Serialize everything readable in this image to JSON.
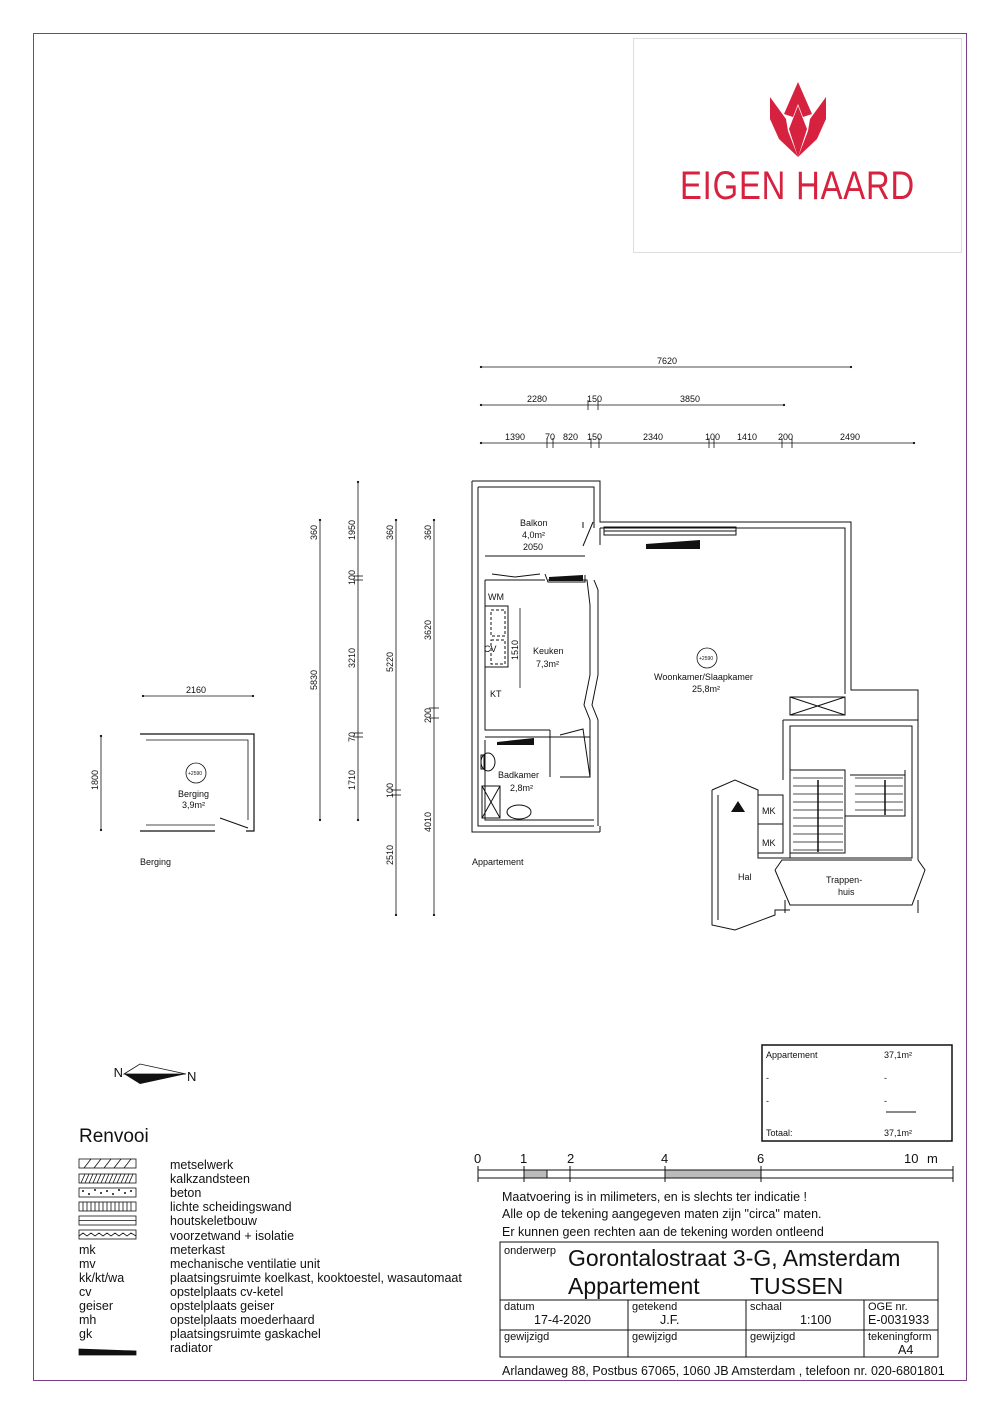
{
  "brand": {
    "name": "EIGEN HAARD",
    "color": "#d6213f"
  },
  "plan": {
    "dimensions_top": [
      "7620",
      "2280",
      "150",
      "3850",
      "1390",
      "70",
      "820",
      "150",
      "2340",
      "100",
      "1410",
      "200",
      "2490"
    ],
    "dimensions_left": [
      "5830",
      "360",
      "1950",
      "100",
      "3210",
      "70",
      "1710",
      "360",
      "5220",
      "100",
      "2510",
      "360",
      "3620",
      "200",
      "4010"
    ],
    "berging_dims": [
      "2160",
      "1800"
    ],
    "inner_dims": [
      "1510",
      "2050"
    ],
    "rooms": [
      {
        "name": "Balkon",
        "area": "4,0m²"
      },
      {
        "name": "Keuken",
        "area": "7,3m²"
      },
      {
        "name": "Woonkamer/Slaapkamer",
        "area": "25,8m²"
      },
      {
        "name": "Badkamer",
        "area": "2,8m²"
      },
      {
        "name": "Berging",
        "area": "3,9m²"
      }
    ],
    "labels": {
      "wm": "WM",
      "cv": "CV",
      "kt": "KT",
      "mk1": "MK",
      "mk2": "MK",
      "hal": "Hal",
      "trappenhuis_1": "Trappen-",
      "trappenhuis_2": "huis",
      "section_berging": "Berging",
      "section_appartement": "Appartement",
      "level_1": "+2590",
      "level_2": "+2590"
    }
  },
  "area_table": {
    "rows": [
      {
        "label": "Appartement",
        "value": "37,1m²"
      },
      {
        "label": "-",
        "value": "-"
      },
      {
        "label": "-",
        "value": "-"
      }
    ],
    "total_label": "Totaal:",
    "total_value": "37,1m²"
  },
  "compass": {
    "north": "N",
    "north_mirrored": "N"
  },
  "renvooi": {
    "title": "Renvooi",
    "items": [
      {
        "code": "",
        "desc": "metselwerk"
      },
      {
        "code": "",
        "desc": "kalkzandsteen"
      },
      {
        "code": "",
        "desc": "beton"
      },
      {
        "code": "",
        "desc": "lichte scheidingswand"
      },
      {
        "code": "",
        "desc": "houtskeletbouw"
      },
      {
        "code": "",
        "desc": "voorzetwand + isolatie"
      },
      {
        "code": "mk",
        "desc": "meterkast"
      },
      {
        "code": "mv",
        "desc": "mechanische ventilatie unit"
      },
      {
        "code": "kk/kt/wa",
        "desc": "plaatsingsruimte koelkast, kooktoestel, wasautomaat"
      },
      {
        "code": "cv",
        "desc": "opstelplaats cv-ketel"
      },
      {
        "code": "geiser",
        "desc": "opstelplaats geiser"
      },
      {
        "code": "mh",
        "desc": "opstelplaats moederhaard"
      },
      {
        "code": "gk",
        "desc": "plaatsingsruimte gaskachel"
      },
      {
        "code": "",
        "desc": "radiator"
      }
    ]
  },
  "scale_bar": {
    "ticks": [
      "0",
      "1",
      "2",
      "4",
      "6",
      "10"
    ],
    "unit": "m"
  },
  "notes": [
    "Maatvoering is in milimeters, en is slechts ter indicatie !",
    "Alle op de tekening aangegeven maten zijn \"circa\" maten.",
    "Er kunnen geen rechten aan de tekening worden ontleend"
  ],
  "title_block": {
    "onderwerp_label": "onderwerp",
    "address": "Gorontalostraat 3-G, Amsterdam",
    "type": "Appartement",
    "variant": "TUSSEN",
    "datum_label": "datum",
    "datum": "17-4-2020",
    "getekend_label": "getekend",
    "getekend": "J.F.",
    "schaal_label": "schaal",
    "schaal": "1:100",
    "oge_label": "OGE nr.",
    "oge": "E-0031933",
    "gewijzigd_1": "gewijzigd",
    "gewijzigd_2": "gewijzigd",
    "gewijzigd_3": "gewijzigd",
    "tekeningform_label": "tekeningform",
    "tekeningform": "A4",
    "footer": "Arlandaweg 88, Postbus 67065, 1060 JB Amsterdam , telefoon nr. 020-6801801"
  }
}
